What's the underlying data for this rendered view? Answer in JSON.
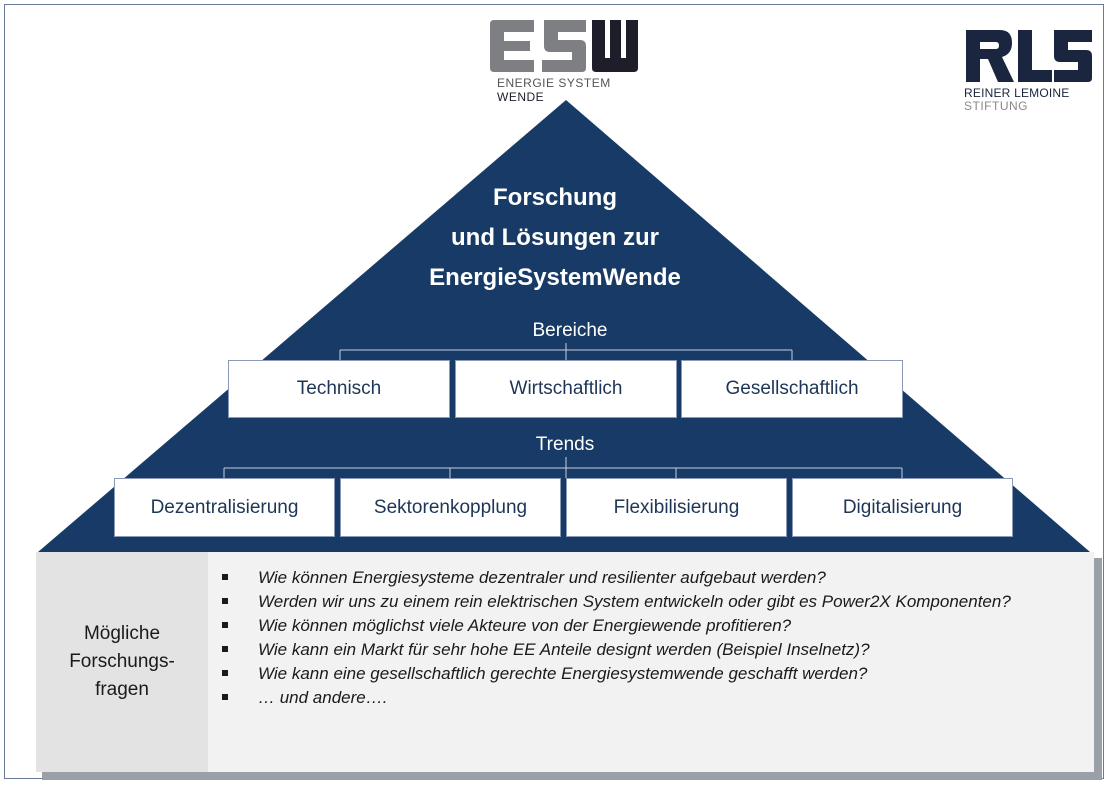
{
  "logos": {
    "esw": {
      "mark": "ESW",
      "line1": "ENERGIE SYSTEM",
      "line2": "WENDE"
    },
    "rls": {
      "mark": "RLS",
      "line1": "REINER LEMOINE",
      "line2": "STIFTUNG"
    }
  },
  "title": {
    "line1": "Forschung",
    "line2": "und Lösungen zur",
    "line3": "EnergieSystemWende"
  },
  "bereiche": {
    "label": "Bereiche",
    "items": [
      "Technisch",
      "Wirtschaftlich",
      "Gesellschaftlich"
    ]
  },
  "trends": {
    "label": "Trends",
    "items": [
      "Dezentralisierung",
      "Sektorenkopplung",
      "Flexibilisierung",
      "Digitalisierung"
    ]
  },
  "questions": {
    "label_line1": "Mögliche",
    "label_line2": "Forschungs-",
    "label_line3": "fragen",
    "items": [
      "Wie können Energiesysteme dezentraler und resilienter aufgebaut werden?",
      "Werden wir uns zu einem rein elektrischen System entwickeln oder gibt es Power2X Komponenten?",
      "Wie können möglichst viele Akteure von der Energiewende profitieren?",
      "Wie kann ein Markt für sehr hohe EE Anteile designt werden (Beispiel Inselnetz)?",
      "Wie kann eine gesellschaftlich gerechte Energiesystemwende geschafft werden?",
      "… und andere…."
    ]
  },
  "colors": {
    "pyramid": "#173a66",
    "box_text": "#1e3556",
    "panel": "#f2f2f2",
    "esw_gray": "#7d7f83",
    "rls_navy": "#1a2540"
  }
}
